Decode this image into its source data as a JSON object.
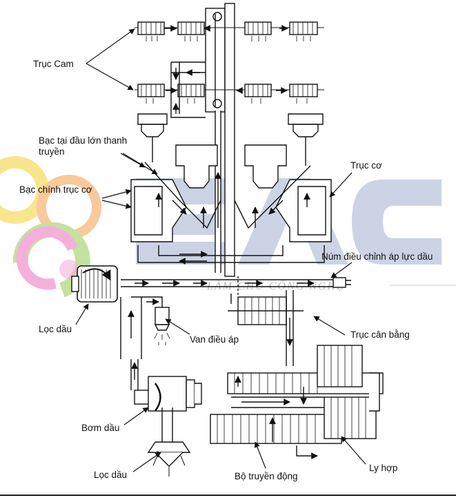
{
  "labels": {
    "truc_cam": "Trục Cam",
    "bac_dau_lon_line1": "Bạc tại đầu lớn thanh",
    "bac_dau_lon_line2": "truyền",
    "bac_chinh": "Bạc chính trục cơ",
    "truc_co": "Trục cơ",
    "num_dieu_chinh": "Núm điều chỉnh áp lực dầu",
    "loc_dau_top": "Lọc dầu",
    "van_dieu_ap": "Van điều áp",
    "truc_can_bang": "Trục cân bằng",
    "bom_dau": "Bơm dầu",
    "loc_dau_bottom": "Lọc dầu",
    "bo_truyen_dong": "Bộ truyền động",
    "ly_hop": "Ly hợp"
  },
  "watermark": {
    "logo_text": "EAC",
    "tagline": "LÀM CHỦ CÔNG NGHỆ"
  },
  "colors": {
    "watermark_blue": "#c3cbe0",
    "watermark_text": "#b8b8b8",
    "swirl_pink": "#f3a3d4",
    "swirl_green": "#b9dd8f",
    "swirl_yellow": "#f6e27a",
    "swirl_orange": "#f8c08a"
  }
}
